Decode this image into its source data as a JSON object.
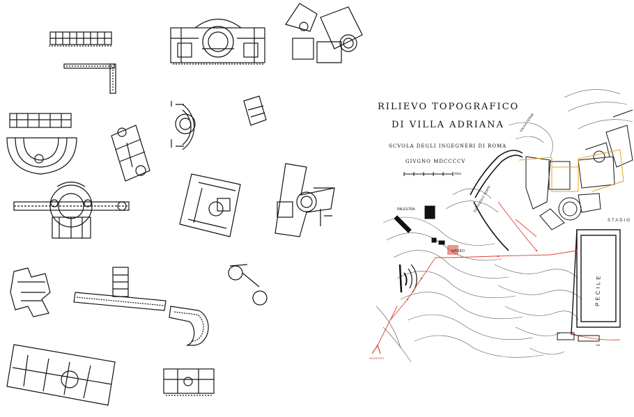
{
  "map": {
    "title_line1": "RILIEVO TOPOGRAFICO",
    "title_line2": "DI VILLA ADRIANA",
    "subtitle": "SCVOLA DEGLI INGEGNERI DI ROMA",
    "date": "GIVGNO MDCCCCV",
    "scale_unit": "Met",
    "labels": {
      "palestra": "PALESTRA",
      "ninfeo": "NINFEO",
      "pecile": "PECILE",
      "stadio": "STADIO",
      "sala_terme": "SALA A TERME",
      "terrazza": "TERRAZZA E TEMPE",
      "ingresso": "INGRESSO",
      "via": "VIA"
    },
    "colors": {
      "line": "#222222",
      "road": "#e04030",
      "highlight": "#e8a020"
    }
  }
}
